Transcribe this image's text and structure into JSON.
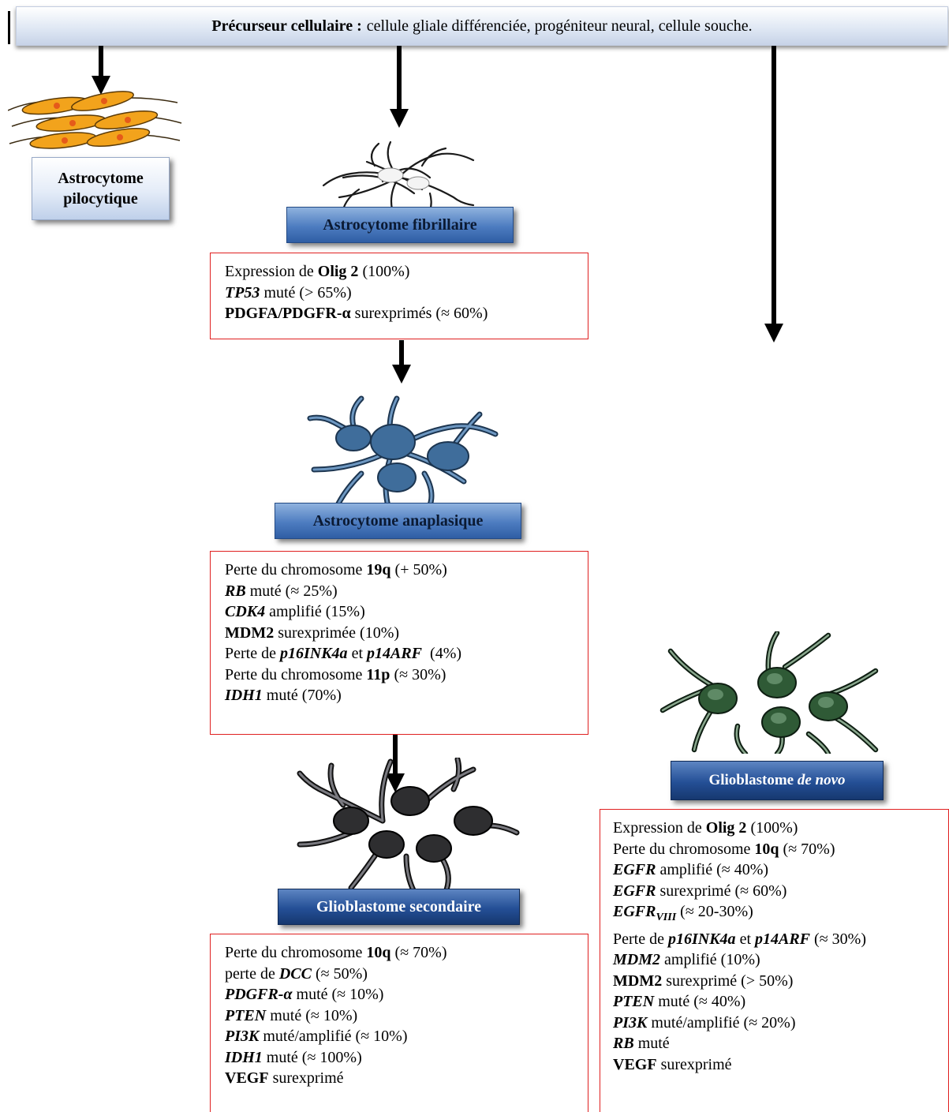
{
  "header": {
    "bold": "Précurseur cellulaire :",
    "text": "cellule gliale différenciée, progéniteur neural, cellule souche."
  },
  "labels": {
    "pilocytique": [
      "Astrocytome",
      "pilocytique"
    ],
    "fibrillaire": "Astrocytome fibrillaire",
    "anaplasique": "Astrocytome anaplasique",
    "secondaire": "Glioblastome secondaire",
    "denovo_a": "Glioblastome ",
    "denovo_b": "de novo"
  },
  "box_fibrillaire": [
    [
      {
        "t": "Expression de "
      },
      {
        "t": "Olig 2",
        "b": 1
      },
      {
        "t": " (100%)"
      }
    ],
    [
      {
        "t": "TP53",
        "b": 1,
        "i": 1
      },
      {
        "t": " muté (> 65%)"
      }
    ],
    [
      {
        "t": "PDGFA/PDGFR-α",
        "b": 1
      },
      {
        "t": " surexprimés (≈ 60%)"
      }
    ]
  ],
  "box_anaplasique": [
    [
      {
        "t": "Perte du chromosome "
      },
      {
        "t": "19q",
        "b": 1
      },
      {
        "t": " (+ 50%)"
      }
    ],
    [
      {
        "t": "RB",
        "b": 1,
        "i": 1
      },
      {
        "t": " muté (≈ 25%)"
      }
    ],
    [
      {
        "t": "CDK4",
        "b": 1,
        "i": 1
      },
      {
        "t": " amplifié (15%)"
      }
    ],
    [
      {
        "t": "MDM2",
        "b": 1
      },
      {
        "t": " surexprimée (10%)"
      }
    ],
    [
      {
        "t": "Perte de "
      },
      {
        "t": "p16INK4a",
        "b": 1,
        "i": 1
      },
      {
        "t": " et "
      },
      {
        "t": "p14ARF",
        "b": 1,
        "i": 1
      },
      {
        "t": "  (4%)"
      }
    ],
    [
      {
        "t": "Perte du chromosome "
      },
      {
        "t": "11p",
        "b": 1
      },
      {
        "t": " (≈ 30%)"
      }
    ],
    [
      {
        "t": "IDH1",
        "b": 1,
        "i": 1
      },
      {
        "t": " muté (70%)"
      }
    ]
  ],
  "box_secondaire": [
    [
      {
        "t": "Perte du chromosome "
      },
      {
        "t": "10q",
        "b": 1
      },
      {
        "t": " (≈ 70%)"
      }
    ],
    [
      {
        "t": "perte de "
      },
      {
        "t": "DCC",
        "b": 1,
        "i": 1
      },
      {
        "t": " (≈ 50%)"
      }
    ],
    [
      {
        "t": "PDGFR-α",
        "b": 1,
        "i": 1
      },
      {
        "t": " muté (≈ 10%)"
      }
    ],
    [
      {
        "t": "PTEN",
        "b": 1,
        "i": 1
      },
      {
        "t": " muté (≈ 10%)"
      }
    ],
    [
      {
        "t": "PI3K",
        "b": 1,
        "i": 1
      },
      {
        "t": " muté/amplifié (≈ 10%)"
      }
    ],
    [
      {
        "t": "IDH1",
        "b": 1,
        "i": 1
      },
      {
        "t": " muté (≈ 100%)"
      }
    ],
    [
      {
        "t": "VEGF",
        "b": 1
      },
      {
        "t": " surexprimé"
      }
    ]
  ],
  "box_denovo": [
    [
      {
        "t": "Expression de "
      },
      {
        "t": "Olig 2",
        "b": 1
      },
      {
        "t": " (100%)"
      }
    ],
    [
      {
        "t": "Perte du chromosome "
      },
      {
        "t": "10q",
        "b": 1
      },
      {
        "t": " (≈ 70%)"
      }
    ],
    [
      {
        "t": "EGFR",
        "b": 1,
        "i": 1
      },
      {
        "t": " amplifié (≈ 40%)"
      }
    ],
    [
      {
        "t": "EGFR",
        "b": 1,
        "i": 1
      },
      {
        "t": " surexprimé (≈ 60%)"
      }
    ],
    [
      {
        "t": "EGFR",
        "b": 1,
        "i": 1
      },
      {
        "t": "VIII",
        "b": 1,
        "i": 1,
        "sub": 1
      },
      {
        "t": " (≈ 20-30%)"
      }
    ],
    [
      {
        "t": "Perte de "
      },
      {
        "t": "p16INK4a",
        "b": 1,
        "i": 1
      },
      {
        "t": " et "
      },
      {
        "t": "p14ARF",
        "b": 1,
        "i": 1
      },
      {
        "t": " (≈ 30%)"
      }
    ],
    [
      {
        "t": "MDM2",
        "b": 1,
        "i": 1
      },
      {
        "t": " amplifié (10%)"
      }
    ],
    [
      {
        "t": "MDM2",
        "b": 1
      },
      {
        "t": " surexprimé (> 50%)"
      }
    ],
    [
      {
        "t": "PTEN",
        "b": 1,
        "i": 1
      },
      {
        "t": " muté (≈ 40%)"
      }
    ],
    [
      {
        "t": "PI3K",
        "b": 1,
        "i": 1
      },
      {
        "t": " muté/amplifié (≈ 20%)"
      }
    ],
    [
      {
        "t": "RB",
        "b": 1,
        "i": 1
      },
      {
        "t": " muté"
      }
    ],
    [
      {
        "t": "VEGF",
        "b": 1
      },
      {
        "t": " surexprimé"
      }
    ]
  ],
  "colors": {
    "box_border": "#e02020",
    "pilocytic_cell": "#f2a31c",
    "fibrillary_cell": "#ffffff",
    "anaplastic_cell": "#3f6d9b",
    "secondary_cell": "#2e2e30",
    "denovo_cell": "#2f5a36"
  }
}
